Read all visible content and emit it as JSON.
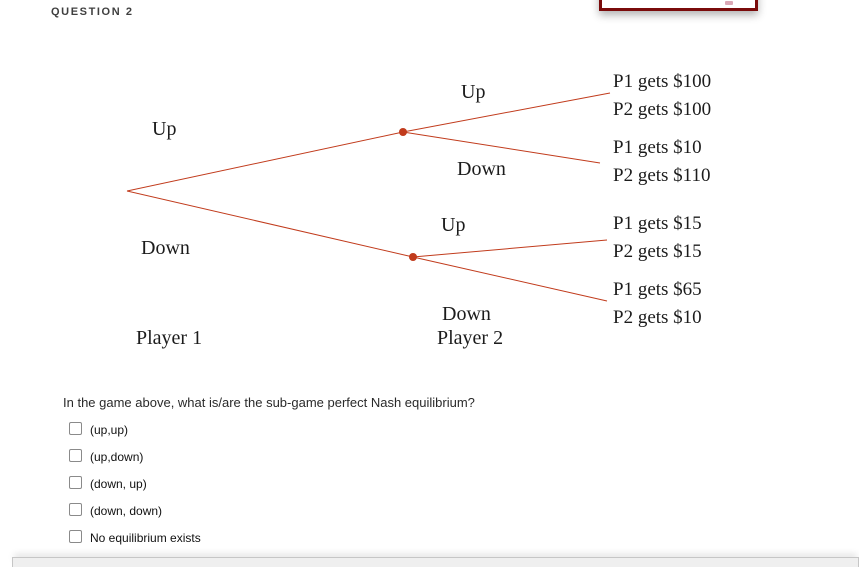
{
  "header": {
    "title": "QUESTION 2"
  },
  "tree": {
    "line_color": "#c13b1c",
    "player1_label": "Player 1",
    "player2_label": "Player 2",
    "p1_up": "Up",
    "p1_down": "Down",
    "p2_top_up": "Up",
    "p2_top_down": "Down",
    "p2_bottom_up": "Up",
    "p2_bottom_down": "Down",
    "payoffs": [
      {
        "p1": "P1 gets $100",
        "p2": "P2 gets $100"
      },
      {
        "p1": "P1 gets $10",
        "p2": "P2 gets $110"
      },
      {
        "p1": "P1 gets $15",
        "p2": "P2 gets $15"
      },
      {
        "p1": "P1 gets $65",
        "p2": "P2 gets $10"
      }
    ]
  },
  "question": {
    "prompt": "In the game above, what is/are the sub-game perfect Nash equilibrium?",
    "options": [
      {
        "label": "(up,up)",
        "checked": false
      },
      {
        "label": "(up,down)",
        "checked": false
      },
      {
        "label": "(down, up)",
        "checked": false
      },
      {
        "label": "(down, down)",
        "checked": false
      },
      {
        "label": "No equilibrium exists",
        "checked": false
      }
    ]
  },
  "colors": {
    "panel_border": "#7a0b0b",
    "header_text": "#3f3f3f",
    "bottom_bar": "#efefef"
  }
}
